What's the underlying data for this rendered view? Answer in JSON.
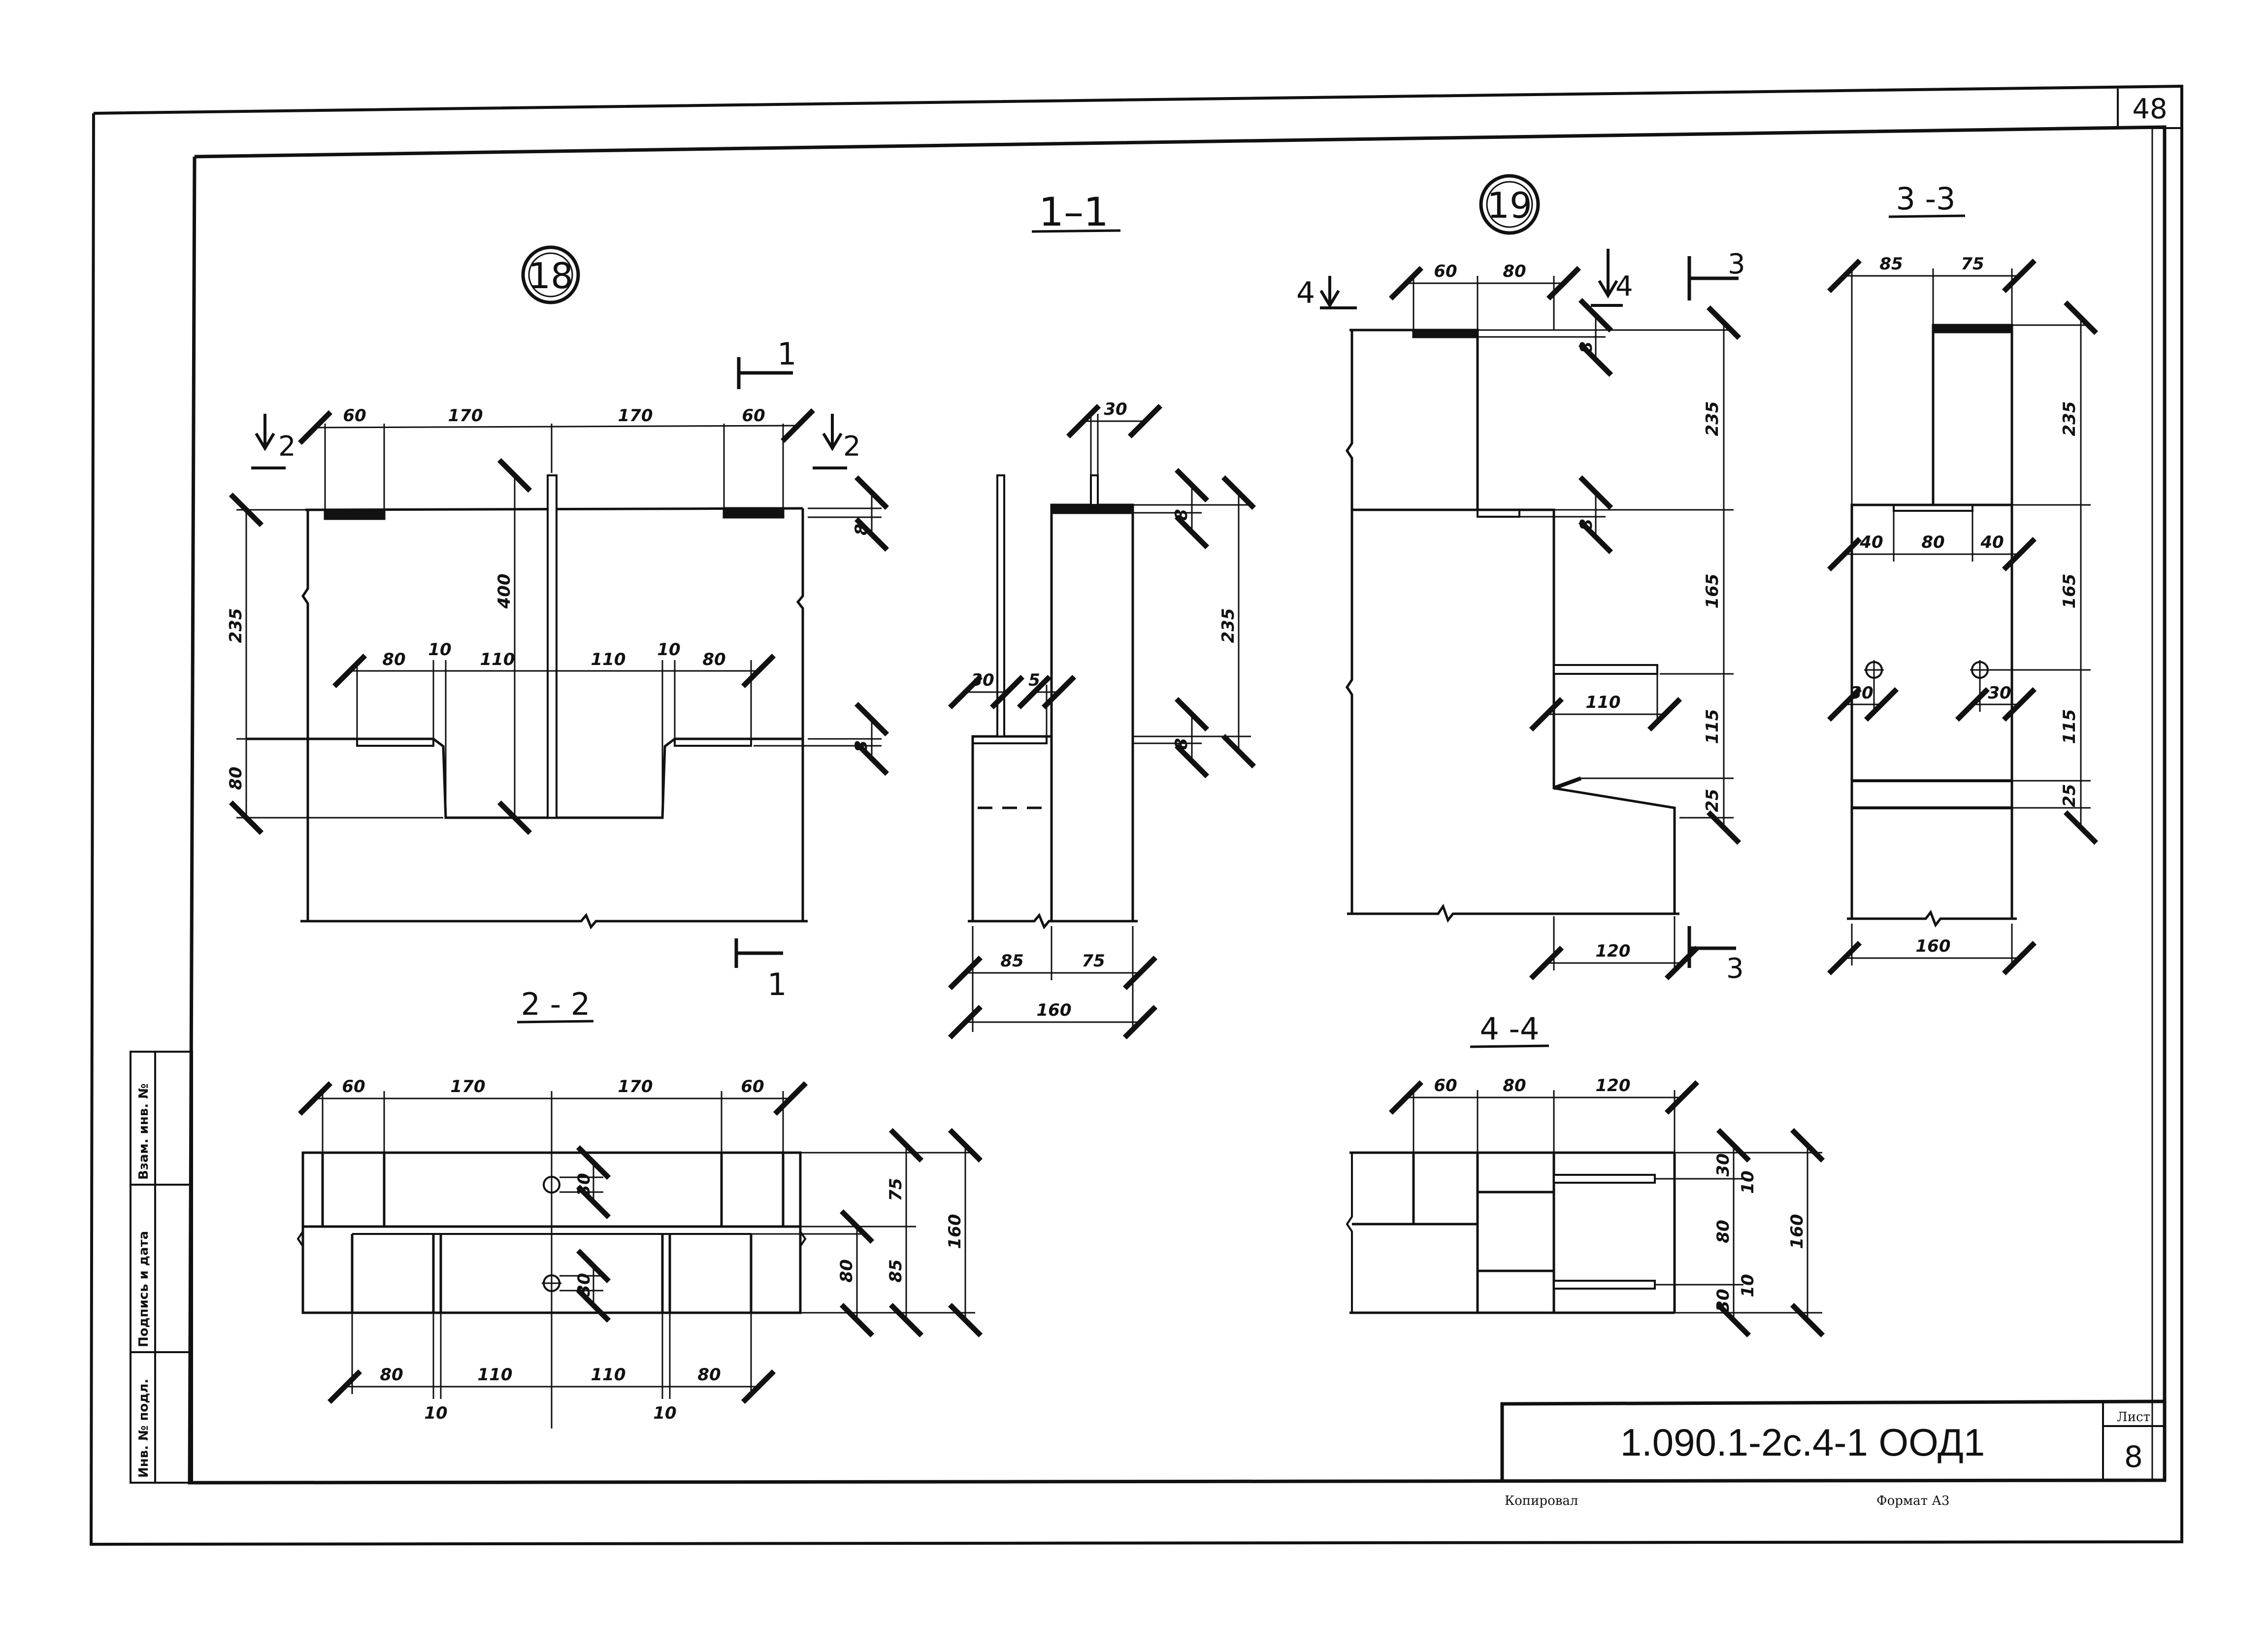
{
  "frame": {
    "page_corner_number": "48"
  },
  "title_block": {
    "document_code": "1.090.1-2с.4-1 ООД1",
    "sheet_label": "Лист",
    "sheet_number": "8",
    "copied_by": "Копировал",
    "format": "Формат А3"
  },
  "side_stamp": {
    "inv_orig": "Инв. № подл.",
    "signature_date": "Подпись и дата",
    "inv_replace": "Взам. инв. №"
  },
  "marks": {
    "mark_18": "18",
    "mark_19": "19"
  },
  "sections": {
    "s11": "1–1",
    "s22": "2 - 2",
    "s33": "3 -3",
    "s44": "4 -4",
    "c1": "1",
    "c2": "2",
    "c3": "3",
    "c4": "4"
  },
  "dims18": {
    "d60a": "60",
    "d170a": "170",
    "d170b": "170",
    "d60b": "60",
    "d235": "235",
    "d80v": "80",
    "d400": "400",
    "d80a": "80",
    "d10a": "10",
    "d110a": "110",
    "d110b": "110",
    "d10b": "10",
    "d80b": "80",
    "d8a": "8",
    "d8b": "8"
  },
  "dims11": {
    "d30a": "30",
    "d30b": "30",
    "d5": "5",
    "d8a": "8",
    "d8b": "8",
    "d235": "235",
    "d85": "85",
    "d75": "75",
    "d160": "160"
  },
  "dims19": {
    "d60": "60",
    "d80": "80",
    "d8a": "8",
    "d8b": "8",
    "d235": "235",
    "d165": "165",
    "d115": "115",
    "d25": "25",
    "d110": "110",
    "d120": "120"
  },
  "dims33": {
    "d85": "85",
    "d75": "75",
    "d235": "235",
    "d40a": "40",
    "d80": "80",
    "d40b": "40",
    "d165": "165",
    "d30a": "30",
    "d30b": "30",
    "d115": "115",
    "d25": "25",
    "d160": "160"
  },
  "dims22": {
    "d60a": "60",
    "d170a": "170",
    "d170b": "170",
    "d60b": "60",
    "d30a": "30",
    "d30b": "30",
    "d75": "75",
    "d80": "80",
    "d85": "85",
    "d160": "160",
    "d80a": "80",
    "d110a": "110",
    "d110b": "110",
    "d80b": "80",
    "d10a": "10",
    "d10b": "10"
  },
  "dims44": {
    "d60": "60",
    "d80": "80",
    "d120": "120",
    "d30a": "30",
    "d10a": "10",
    "d80v": "80",
    "d160": "160",
    "d10b": "10",
    "d30b": "30"
  }
}
